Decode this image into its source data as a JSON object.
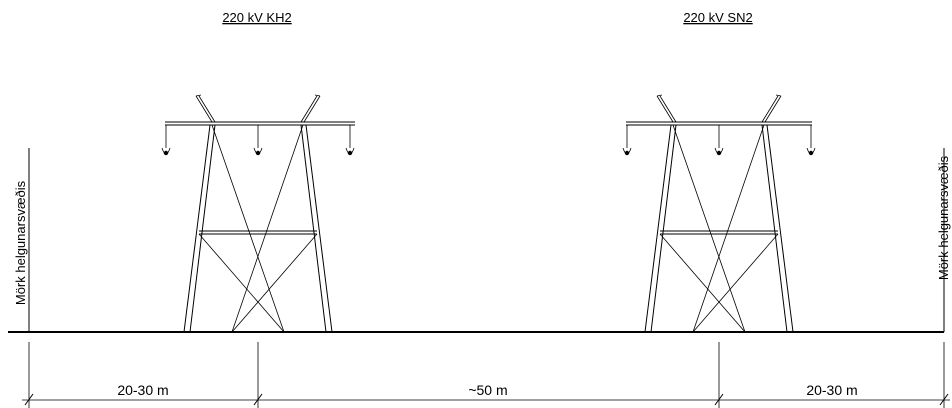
{
  "towers": [
    {
      "label": "220 kV KH2"
    },
    {
      "label": "220 kV SN2"
    }
  ],
  "boundary": {
    "left_label": "Mörk helgunarsvæðis",
    "right_label": "Mörk helgunarsvæðis"
  },
  "dimensions": {
    "left": "20-30 m",
    "middle": "~50 m",
    "right": "20-30 m"
  }
}
